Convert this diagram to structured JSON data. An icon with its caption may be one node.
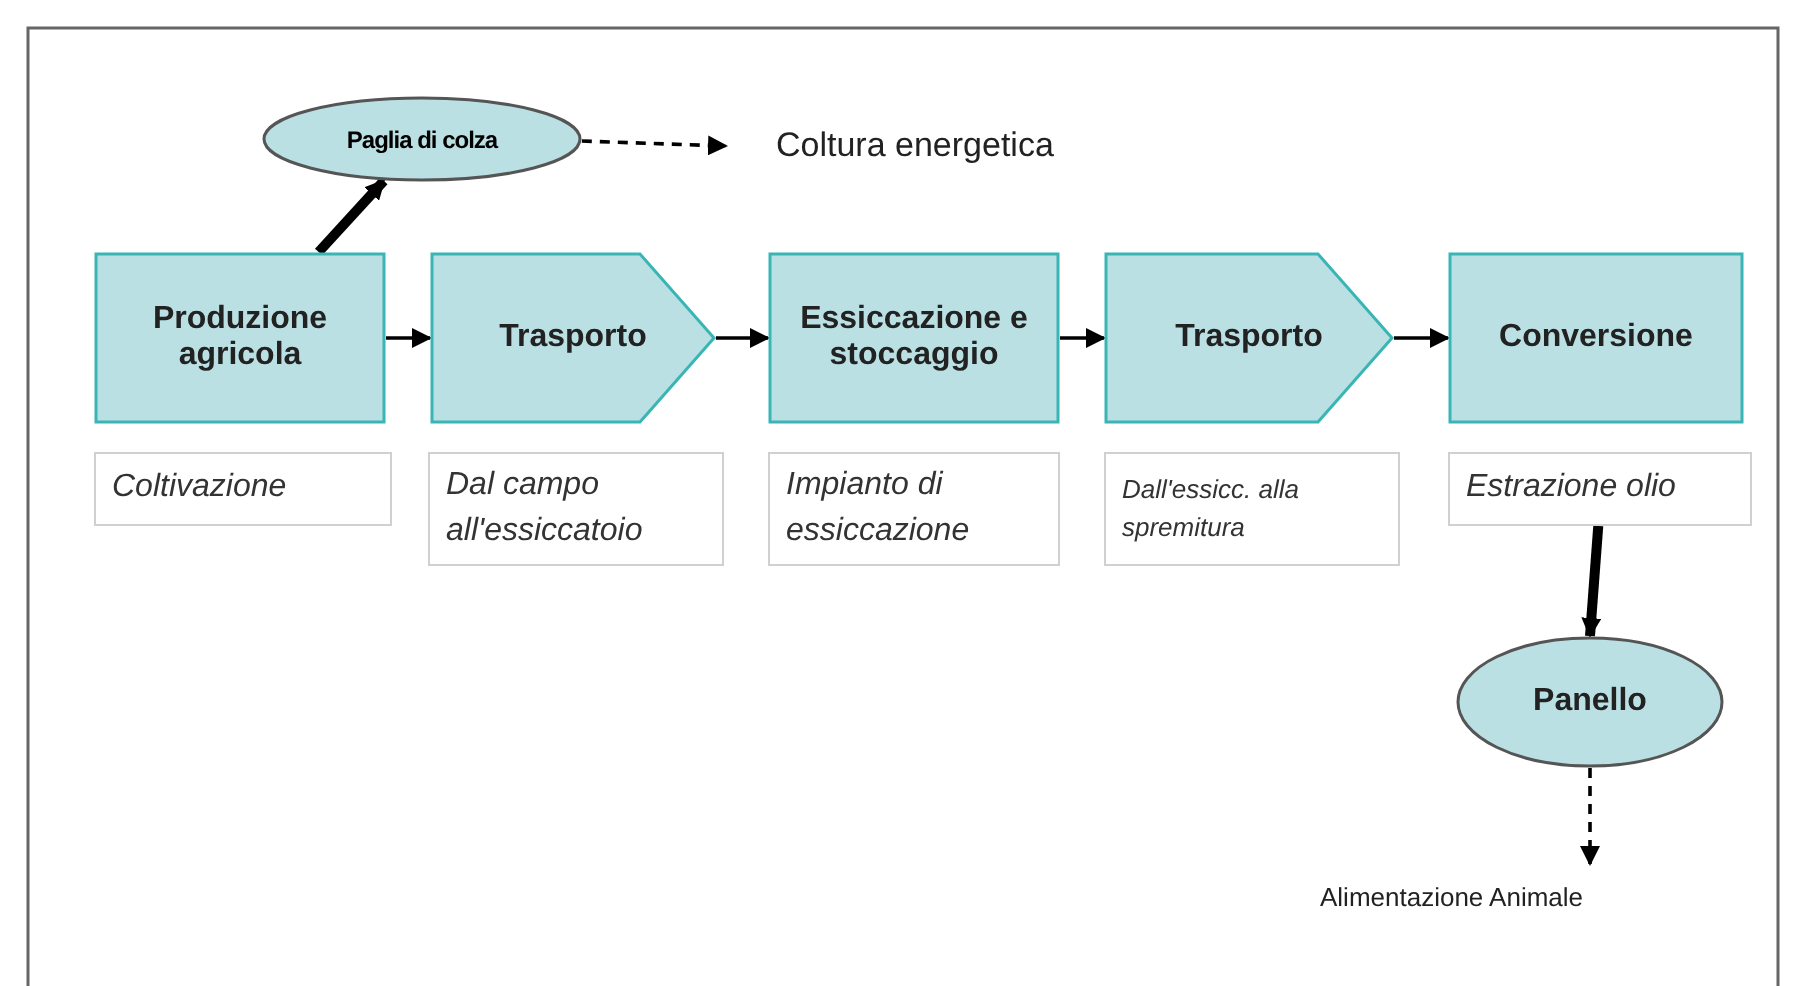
{
  "diagram": {
    "nodes": [
      {
        "text": [
          "Paglia di colza"
        ]
      },
      {
        "text": [
          "Coltura energetica"
        ]
      },
      {
        "text": [
          "Produzione agricola"
        ]
      },
      {
        "text": [
          "Trasporto"
        ]
      },
      {
        "text": [
          "Essiccazione e stoccaggio"
        ]
      },
      {
        "text": [
          "Trasporto"
        ]
      },
      {
        "text": [
          "Conversione"
        ]
      },
      {
        "text": [
          "Coltivazione"
        ]
      },
      {
        "text": [
          "Dal campo all'essiccatoio"
        ]
      },
      {
        "text": [
          "Impianto di essiccazione"
        ]
      },
      {
        "text": [
          "Dall'essicc. alla spremitura"
        ]
      },
      {
        "text": [
          "Estrazione olio"
        ]
      },
      {
        "text": [
          "Panello"
        ]
      },
      {
        "text": [
          "Alimentazione Animale"
        ]
      }
    ],
    "edges": [
      {
        "from": 2,
        "to": 0,
        "arrow": "to",
        "style": "thick"
      },
      {
        "from": 0,
        "to": 1,
        "arrow": "to",
        "style": "dashed"
      },
      {
        "from": 2,
        "to": 3,
        "arrow": "to"
      },
      {
        "from": 3,
        "to": 4,
        "arrow": "to"
      },
      {
        "from": 4,
        "to": 5,
        "arrow": "to"
      },
      {
        "from": 5,
        "to": 6,
        "arrow": "to"
      },
      {
        "from": 11,
        "to": 12,
        "arrow": "to",
        "style": "thick"
      },
      {
        "from": 12,
        "to": 13,
        "arrow": "to",
        "style": "dashed"
      }
    ]
  }
}
